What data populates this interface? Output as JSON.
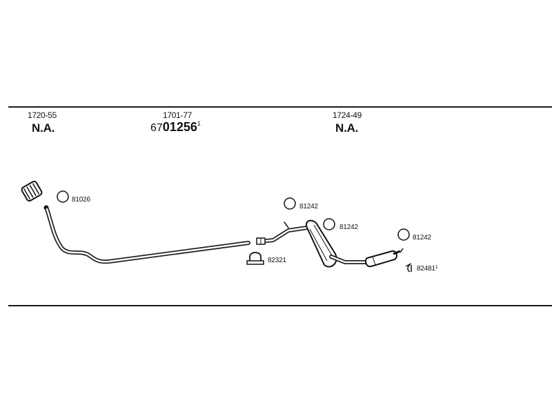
{
  "columns": [
    {
      "ref": "1720-55",
      "value": "N.A."
    },
    {
      "ref": "1701-77",
      "value_prefix": "67",
      "value_main": "01256",
      "value_sup": "1"
    },
    {
      "ref": "1724-49",
      "value": "N.A."
    }
  ],
  "parts": {
    "ring_1": "81026",
    "ring_2": "81242",
    "ring_3": "81242",
    "ring_4": "81242",
    "clamp": "82321",
    "hanger": "82481",
    "hanger_sup": "1"
  }
}
